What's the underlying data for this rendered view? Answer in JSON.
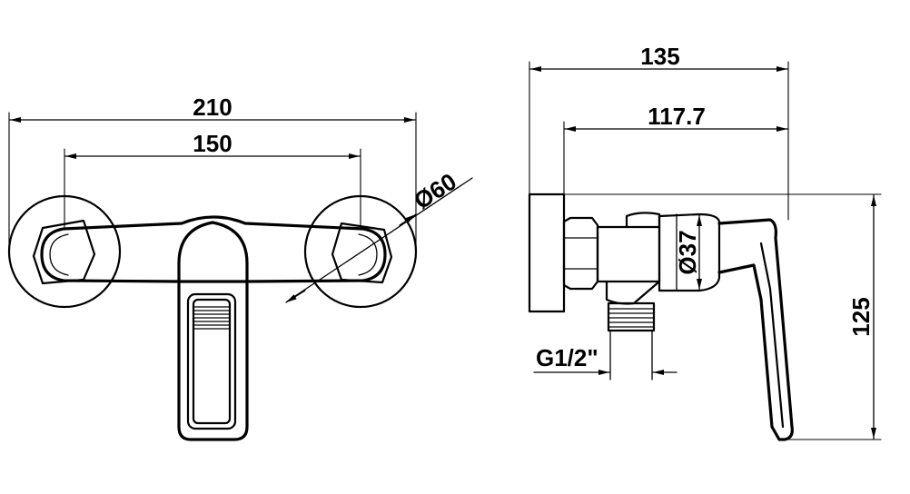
{
  "drawing": {
    "front_view": {
      "overall_width": "210",
      "centers_distance": "150",
      "flange_diameter": "Ø60"
    },
    "side_view": {
      "overall_depth": "135",
      "depth_to_wall_face": "117.7",
      "body_diameter": "Ø37",
      "thread_size": "G1/2\"",
      "overall_height": "125"
    }
  }
}
